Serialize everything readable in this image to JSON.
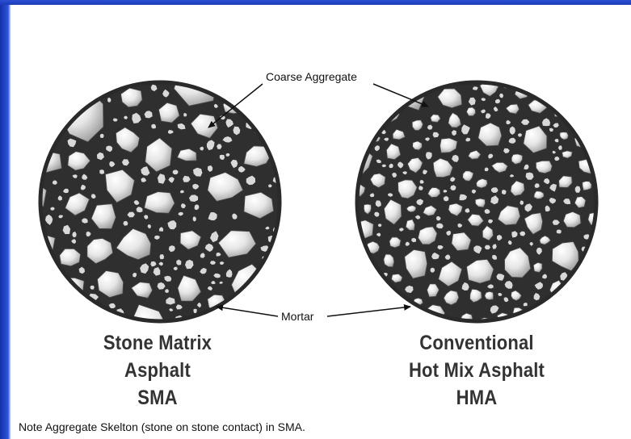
{
  "callouts": {
    "coarse_aggregate": "Coarse Aggregate",
    "mortar": "Mortar"
  },
  "left_mix": {
    "line1": "Stone Matrix",
    "line2": "Asphalt",
    "line3": "SMA"
  },
  "right_mix": {
    "line1": "Conventional",
    "line2": "Hot Mix Asphalt",
    "line3": "HMA"
  },
  "note": "Note Aggregate Skelton (stone on stone contact) in SMA.",
  "colors": {
    "slide_border": "#1c3fb0",
    "circle_fill": "#2f2f2f",
    "stone_light": "#f4f4f4",
    "stone_dark": "#9a9a9a",
    "title_text": "#333333"
  }
}
